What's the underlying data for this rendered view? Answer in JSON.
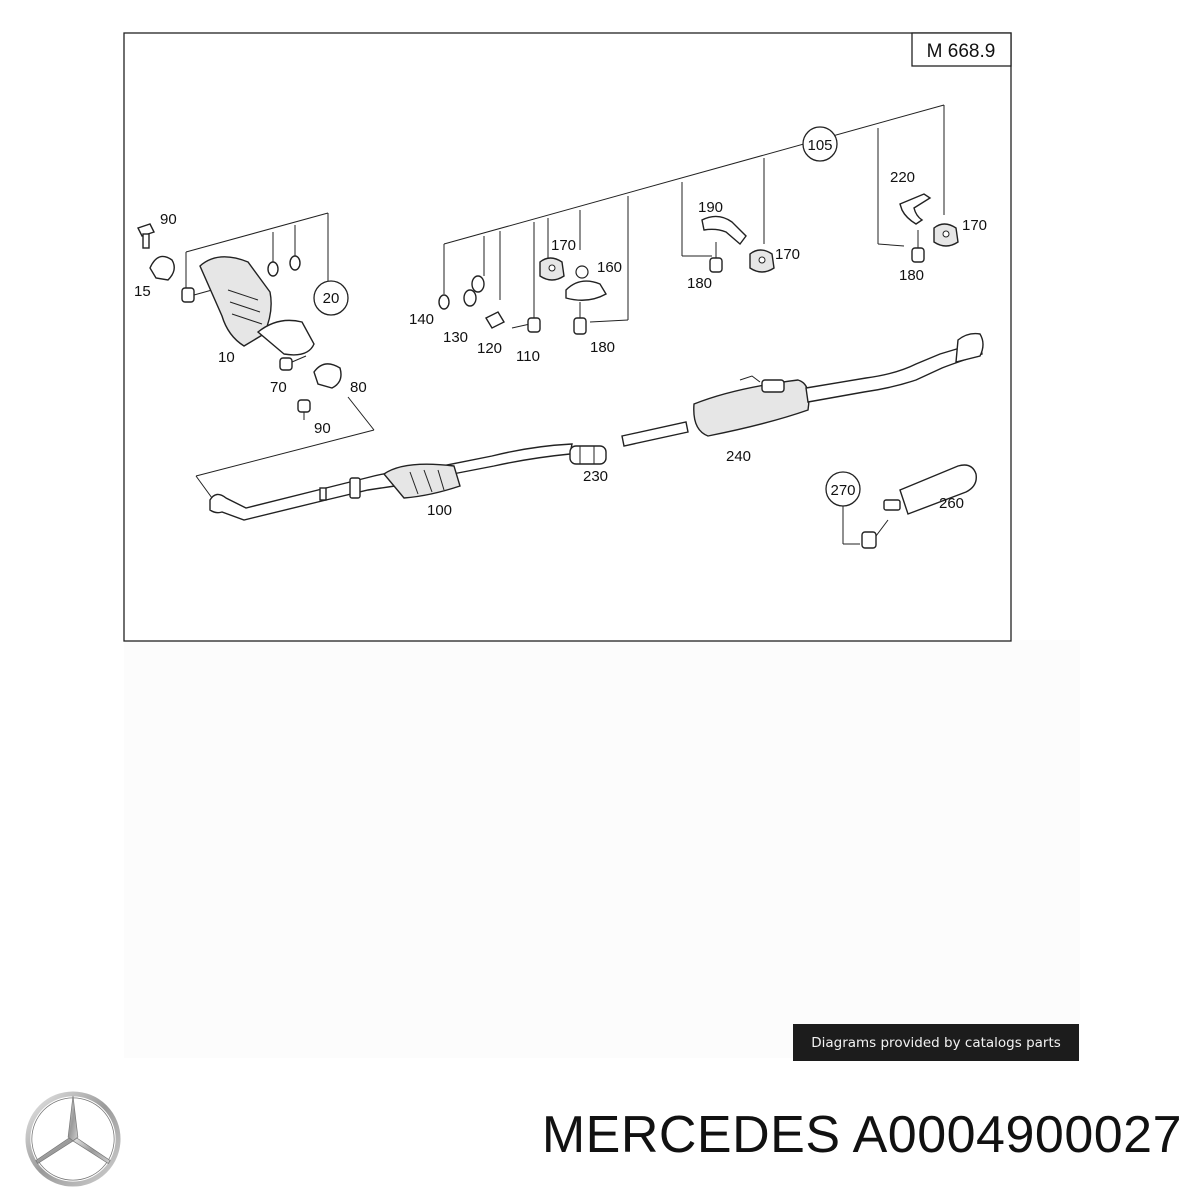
{
  "diagram": {
    "frame_label": "M 668.9",
    "callouts": [
      {
        "id": "c90a",
        "text": "90"
      },
      {
        "id": "c15",
        "text": "15"
      },
      {
        "id": "c10",
        "text": "10"
      },
      {
        "id": "c70",
        "text": "70"
      },
      {
        "id": "c80",
        "text": "80"
      },
      {
        "id": "c90b",
        "text": "90"
      },
      {
        "id": "c20",
        "text": "20"
      },
      {
        "id": "c140",
        "text": "140"
      },
      {
        "id": "c130",
        "text": "130"
      },
      {
        "id": "c120",
        "text": "120"
      },
      {
        "id": "c110",
        "text": "110"
      },
      {
        "id": "c170a",
        "text": "170"
      },
      {
        "id": "c160",
        "text": "160"
      },
      {
        "id": "c180a",
        "text": "180"
      },
      {
        "id": "c105",
        "text": "105"
      },
      {
        "id": "c190",
        "text": "190"
      },
      {
        "id": "c180b",
        "text": "180"
      },
      {
        "id": "c170b",
        "text": "170"
      },
      {
        "id": "c220",
        "text": "220"
      },
      {
        "id": "c170c",
        "text": "170"
      },
      {
        "id": "c180c",
        "text": "180"
      },
      {
        "id": "c100",
        "text": "100"
      },
      {
        "id": "c230",
        "text": "230"
      },
      {
        "id": "c240",
        "text": "240"
      },
      {
        "id": "c270",
        "text": "270"
      },
      {
        "id": "c260",
        "text": "260"
      }
    ]
  },
  "credit": "Diagrams provided by catalogs parts",
  "footer": {
    "brand": "MERCEDES",
    "part_number": "A0004900027"
  },
  "logo": {
    "icon": "mercedes-star-icon"
  }
}
